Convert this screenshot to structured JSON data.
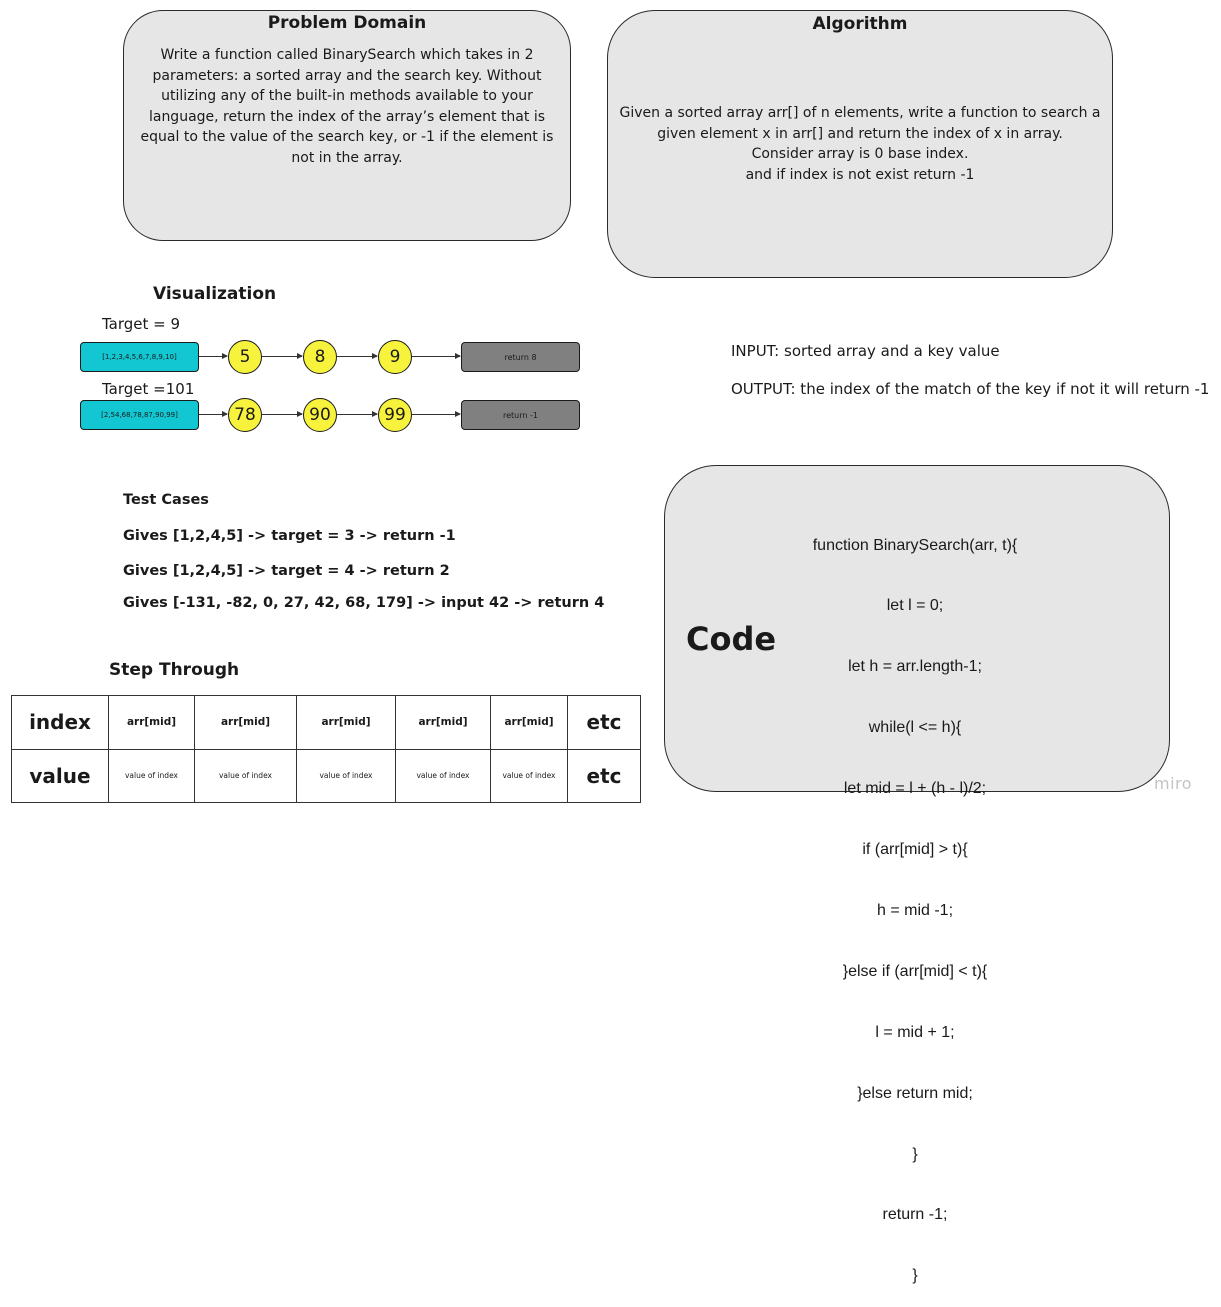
{
  "problem_domain": {
    "title": "Problem Domain",
    "lines": [
      "Write a function called BinarySearch which takes in 2",
      "parameters: a sorted array and the search key. Without",
      "utilizing any of the built-in methods available to your",
      "language, return the index of the array’s element that is",
      "equal to the value of the search key, or -1 if the element is",
      "not in the array."
    ]
  },
  "algorithm": {
    "title": "Algorithm",
    "lines": [
      "Given a sorted array arr[] of n elements, write a function to search a",
      "given element x in arr[] and return the index of x in array.",
      "Consider array is 0 base index.",
      "and if index is not exist return -1"
    ]
  },
  "visualization": {
    "title": "Visualization",
    "rows": [
      {
        "target": "Target = 9",
        "array": "[1,2,3,4,5,6,7,8,9,10]",
        "nodes": [
          "5",
          "8",
          "9"
        ],
        "result": "return 8"
      },
      {
        "target": "Target =101",
        "array": "[2,54,68,78,87,90,99]",
        "nodes": [
          "78",
          "90",
          "99"
        ],
        "result": "return -1"
      }
    ]
  },
  "io": {
    "input": "INPUT: sorted array and a key value",
    "output": "OUTPUT: the index of the match of the key if not it will return -1"
  },
  "test_cases": {
    "title": "Test Cases",
    "items": [
      "Gives [1,2,4,5] -> target = 3 -> return -1",
      "Gives [1,2,4,5] -> target = 4 -> return 2",
      "Gives [-131, -82, 0, 27, 42, 68, 179] -> input 42 -> return 4"
    ]
  },
  "step_through": {
    "title": "Step Through",
    "rows": [
      [
        "index",
        "arr[mid]",
        "arr[mid]",
        "arr[mid]",
        "arr[mid]",
        "arr[mid]",
        "etc"
      ],
      [
        "value",
        "value of index",
        "value of index",
        "value of index",
        "value of index",
        "value of index",
        "etc"
      ]
    ]
  },
  "code": {
    "label": "Code",
    "lines": [
      "function BinarySearch(arr, t){",
      "let l = 0;",
      "let h = arr.length-1;",
      "while(l <= h){",
      "let mid = l + (h - l)/2;",
      "if (arr[mid] > t){",
      "h = mid -1;",
      "}else if (arr[mid] < t){",
      "l = mid + 1;",
      "}else return mid;",
      "}",
      "return -1;",
      "}"
    ]
  },
  "watermark": "miro",
  "colors": {
    "card_fill": "#e6e6e6",
    "array_box": "#12c7d2",
    "node_fill": "#f7f33d",
    "result_box": "#808080"
  }
}
